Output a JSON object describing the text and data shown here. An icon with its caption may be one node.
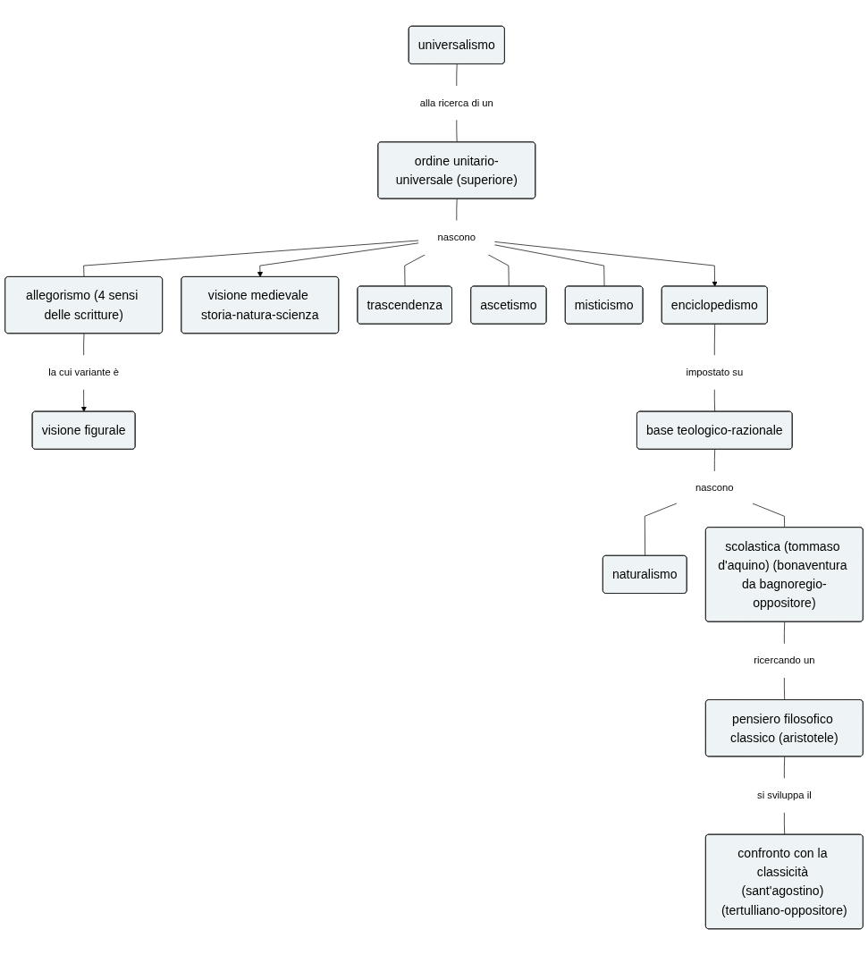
{
  "diagram": {
    "nodes": [
      {
        "text": [
          "universalismo"
        ]
      },
      {
        "text": [
          "alla ricerca di un"
        ]
      },
      {
        "text": [
          "ordine unitario-universale (superiore)"
        ]
      },
      {
        "text": [
          "nascono"
        ]
      },
      {
        "text": [
          "enciclopedismo"
        ]
      },
      {
        "text": [
          "visione medievale storia-natura-scienza"
        ]
      },
      {
        "text": [
          "trascendenza"
        ]
      },
      {
        "text": [
          "ascetismo"
        ]
      },
      {
        "text": [
          "misticismo"
        ]
      },
      {
        "text": [
          "allegorismo (4 sensi delle scritture)"
        ]
      },
      {
        "text": [
          "impostato su"
        ]
      },
      {
        "text": [
          "la cui variante è"
        ]
      },
      {
        "text": [
          "visione figurale"
        ]
      },
      {
        "text": [
          "base teologico-razionale"
        ]
      },
      {
        "text": [
          "nascono"
        ]
      },
      {
        "text": [
          "naturalismo"
        ]
      },
      {
        "text": [
          "scolastica (tommaso d'aquino) (bonaventura da bagnoregio-oppositore)"
        ]
      },
      {
        "text": [
          "ricercando un"
        ]
      },
      {
        "text": [
          "pensiero filosofico classico (aristotele)"
        ]
      },
      {
        "text": [
          "si sviluppa il"
        ]
      },
      {
        "text": [
          "confronto con la classicità (sant'agostino) (tertulliano-oppositore)"
        ]
      }
    ],
    "edges": [
      {
        "from": 0,
        "to": 1,
        "arrow": "none"
      },
      {
        "from": 1,
        "to": 2,
        "arrow": "none"
      },
      {
        "from": 2,
        "to": 3,
        "arrow": "none"
      },
      {
        "from": 3,
        "to": 4,
        "arrow": "to"
      },
      {
        "from": 3,
        "to": 5,
        "arrow": "to"
      },
      {
        "from": 3,
        "to": 6,
        "arrow": "none"
      },
      {
        "from": 3,
        "to": 7,
        "arrow": "none"
      },
      {
        "from": 3,
        "to": 8,
        "arrow": "none"
      },
      {
        "from": 3,
        "to": 9,
        "arrow": "none"
      },
      {
        "from": 4,
        "to": 10,
        "arrow": "none"
      },
      {
        "from": 10,
        "to": 13,
        "arrow": "none"
      },
      {
        "from": 9,
        "to": 11,
        "arrow": "none"
      },
      {
        "from": 11,
        "to": 12,
        "arrow": "to"
      },
      {
        "from": 13,
        "to": 14,
        "arrow": "none"
      },
      {
        "from": 14,
        "to": 15,
        "arrow": "none"
      },
      {
        "from": 14,
        "to": 16,
        "arrow": "none"
      },
      {
        "from": 16,
        "to": 17,
        "arrow": "none"
      },
      {
        "from": 17,
        "to": 18,
        "arrow": "none"
      },
      {
        "from": 18,
        "to": 19,
        "arrow": "none"
      },
      {
        "from": 19,
        "to": 20,
        "arrow": "none"
      }
    ]
  }
}
